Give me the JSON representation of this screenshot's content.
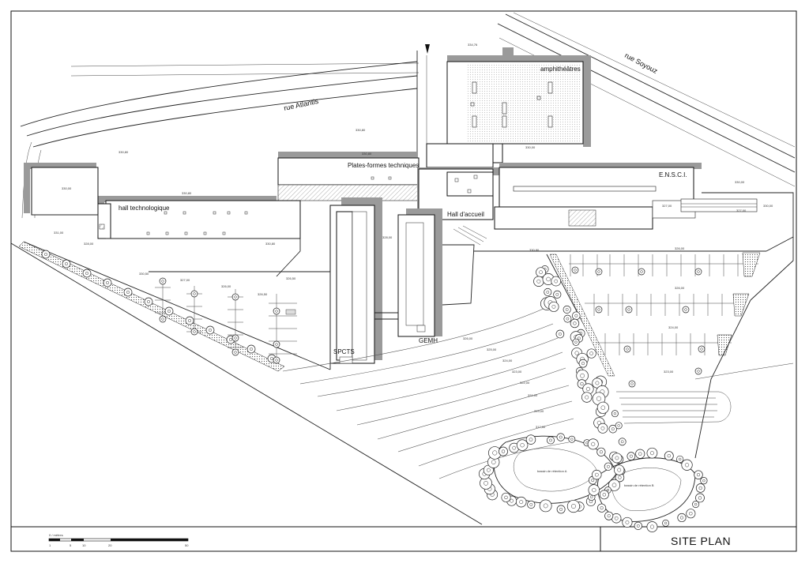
{
  "sheet_title": "SITE PLAN",
  "streets": {
    "atlantis": "rue Atlantis",
    "soyouz": "rue Soyouz"
  },
  "buildings": {
    "amphitheatres": "amphithéâtres",
    "plates_formes": "Plates-formes techniques",
    "ensci": "E.N.S.C.I.",
    "hall_techno": "hall technologique",
    "hall_accueil": "Hall d'accueil",
    "spcts": "SPCTS",
    "gemh": "GEMH"
  },
  "elevations": {
    "e1": "334,76",
    "e2": "334,76",
    "e3": "330,00",
    "e4": "330,00",
    "e5": "330,80",
    "e6": "330,80",
    "e7": "330,80",
    "e8": "330,80",
    "e9": "330,80",
    "e10": "331,00",
    "e11": "328,00",
    "e12": "326,50",
    "e13": "330,50",
    "e14": "328,00",
    "e15": "327,00",
    "e16": "326,00",
    "e17": "326,50",
    "e18": "326,00",
    "e19": "324,00",
    "e20": "323,00",
    "e21": "330,80",
    "e22": "330,00",
    "e23": "327,00",
    "e24": "327,00",
    "e25": "330,00"
  },
  "contours": [
    "326,00",
    "325,00",
    "324,00",
    "323,00",
    "322,00",
    "321,00",
    "319,00",
    "317,00"
  ],
  "basins": {
    "a": "bassin de rétention A",
    "b": "bassin de rétention B"
  },
  "scale": {
    "caption": "0 / mètres",
    "ticks": [
      "1",
      "5",
      "10",
      "20",
      "50"
    ]
  }
}
